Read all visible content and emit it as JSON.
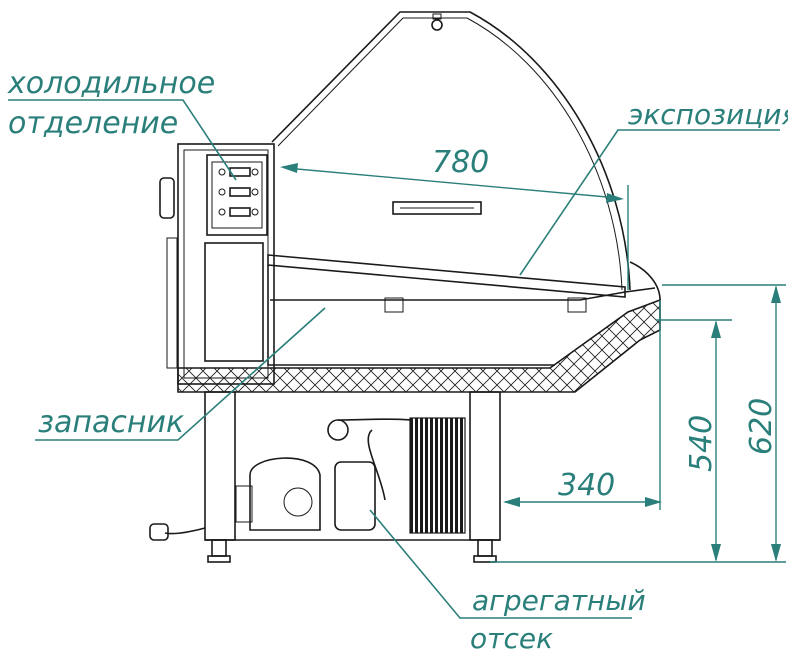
{
  "labels": {
    "cold_compartment_line1": "холодильное",
    "cold_compartment_line2": "отделение",
    "display": "экспозиция",
    "storage": "запасник",
    "unit_line1": "агрегатный",
    "unit_line2": "отсек"
  },
  "dimensions": {
    "display_depth": "780",
    "unit_depth": "340",
    "height_inner": "540",
    "height_total": "620"
  },
  "colors": {
    "annotation": "#2a7f7a",
    "drawing": "#1a1a1a",
    "background": "#ffffff"
  }
}
